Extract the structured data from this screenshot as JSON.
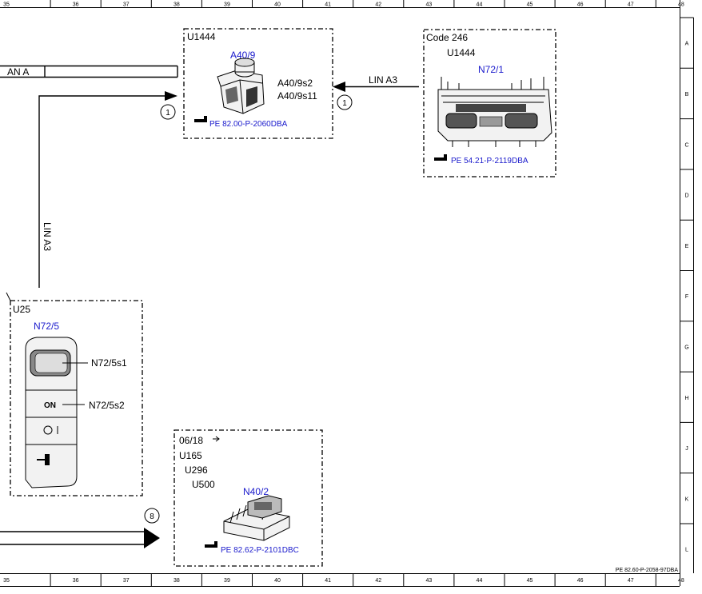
{
  "frame": {
    "columns": [
      "35",
      "36",
      "37",
      "38",
      "39",
      "40",
      "41",
      "42",
      "43",
      "44",
      "45",
      "46",
      "47",
      "48"
    ],
    "rows": [
      "A",
      "B",
      "C",
      "D",
      "E",
      "F",
      "G",
      "H",
      "J",
      "K",
      "L"
    ]
  },
  "doc_ref": "PE 82.60-P-2058-97DBA",
  "wires": {
    "can_label": "AN A",
    "lin_top_label": "LIN A3",
    "lin_vertical_label": "LIN A3"
  },
  "connectors": {
    "left": "1",
    "right": "1",
    "bottom": "8"
  },
  "components": {
    "a40_9": {
      "variant": "U1444",
      "code": "A40/9",
      "sub1": "A40/9s2",
      "sub2": "A40/9s11",
      "ref": "PE 82.00-P-2060DBA"
    },
    "n72_1": {
      "code_line": "Code 246",
      "variant": "U1444",
      "code": "N72/1",
      "ref": "PE 54.21-P-2119DBA"
    },
    "n72_5": {
      "variant": "U25",
      "code": "N72/5",
      "sub1": "N72/5s1",
      "sub2": "N72/5s2",
      "on_label": "ON"
    },
    "n40_2": {
      "date": "06/18",
      "v1": "U165",
      "v2": "U296",
      "v3": "U500",
      "code": "N40/2",
      "ref": "PE 82.62-P-2101DBC"
    }
  }
}
